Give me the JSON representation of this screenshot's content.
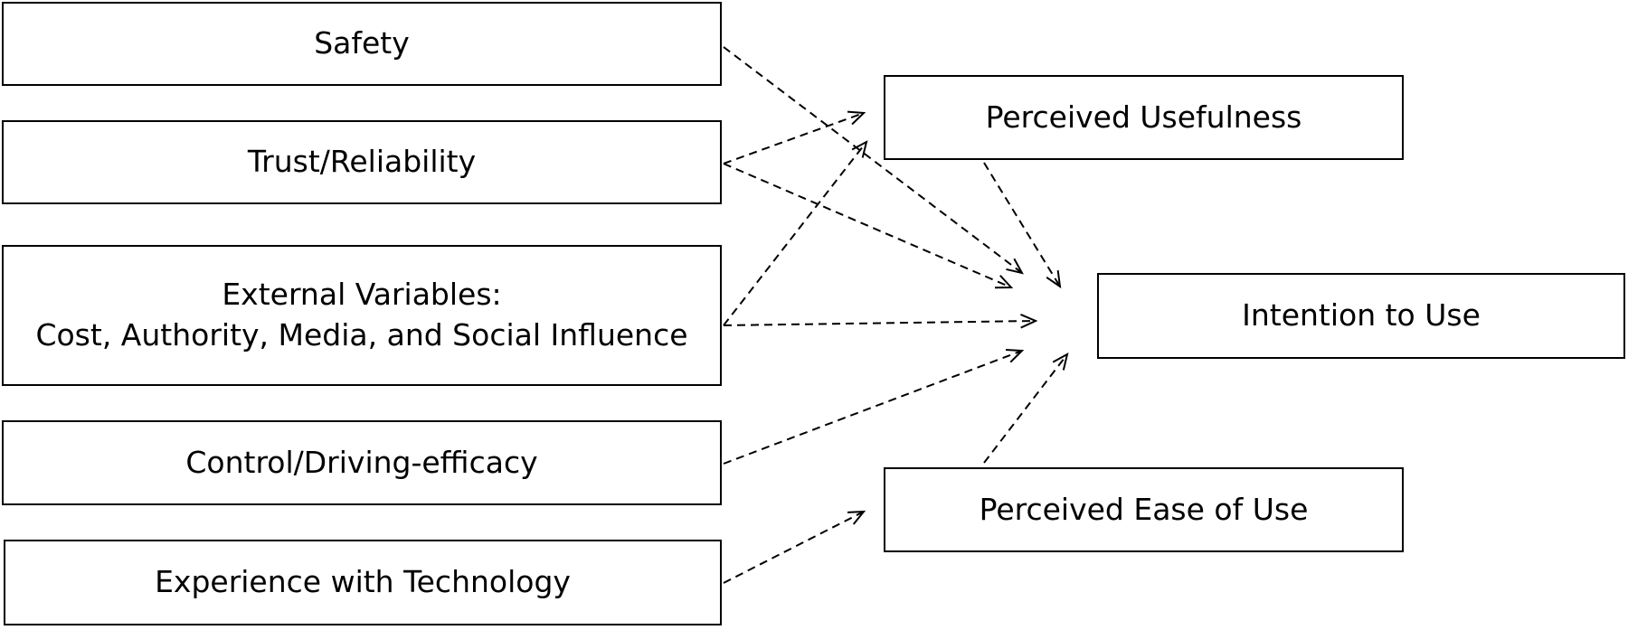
{
  "diagram": {
    "nodes": {
      "safety": {
        "label": "Safety"
      },
      "trust": {
        "label": "Trust/Reliability"
      },
      "external": {
        "line1": "External Variables:",
        "line2": "Cost, Authority, Media, and Social Influence"
      },
      "control": {
        "label": "Control/Driving-efficacy"
      },
      "experience": {
        "label": "Experience with Technology"
      },
      "usefulness": {
        "label": "Perceived Usefulness"
      },
      "ease": {
        "label": "Perceived Ease of Use"
      },
      "intention": {
        "label": "Intention to Use"
      }
    },
    "edges": [
      {
        "from": "safety",
        "to": "intention"
      },
      {
        "from": "trust",
        "to": "usefulness"
      },
      {
        "from": "trust",
        "to": "intention"
      },
      {
        "from": "external",
        "to": "usefulness"
      },
      {
        "from": "external",
        "to": "intention"
      },
      {
        "from": "control",
        "to": "intention"
      },
      {
        "from": "experience",
        "to": "ease"
      },
      {
        "from": "usefulness",
        "to": "intention"
      },
      {
        "from": "ease",
        "to": "intention"
      }
    ]
  }
}
